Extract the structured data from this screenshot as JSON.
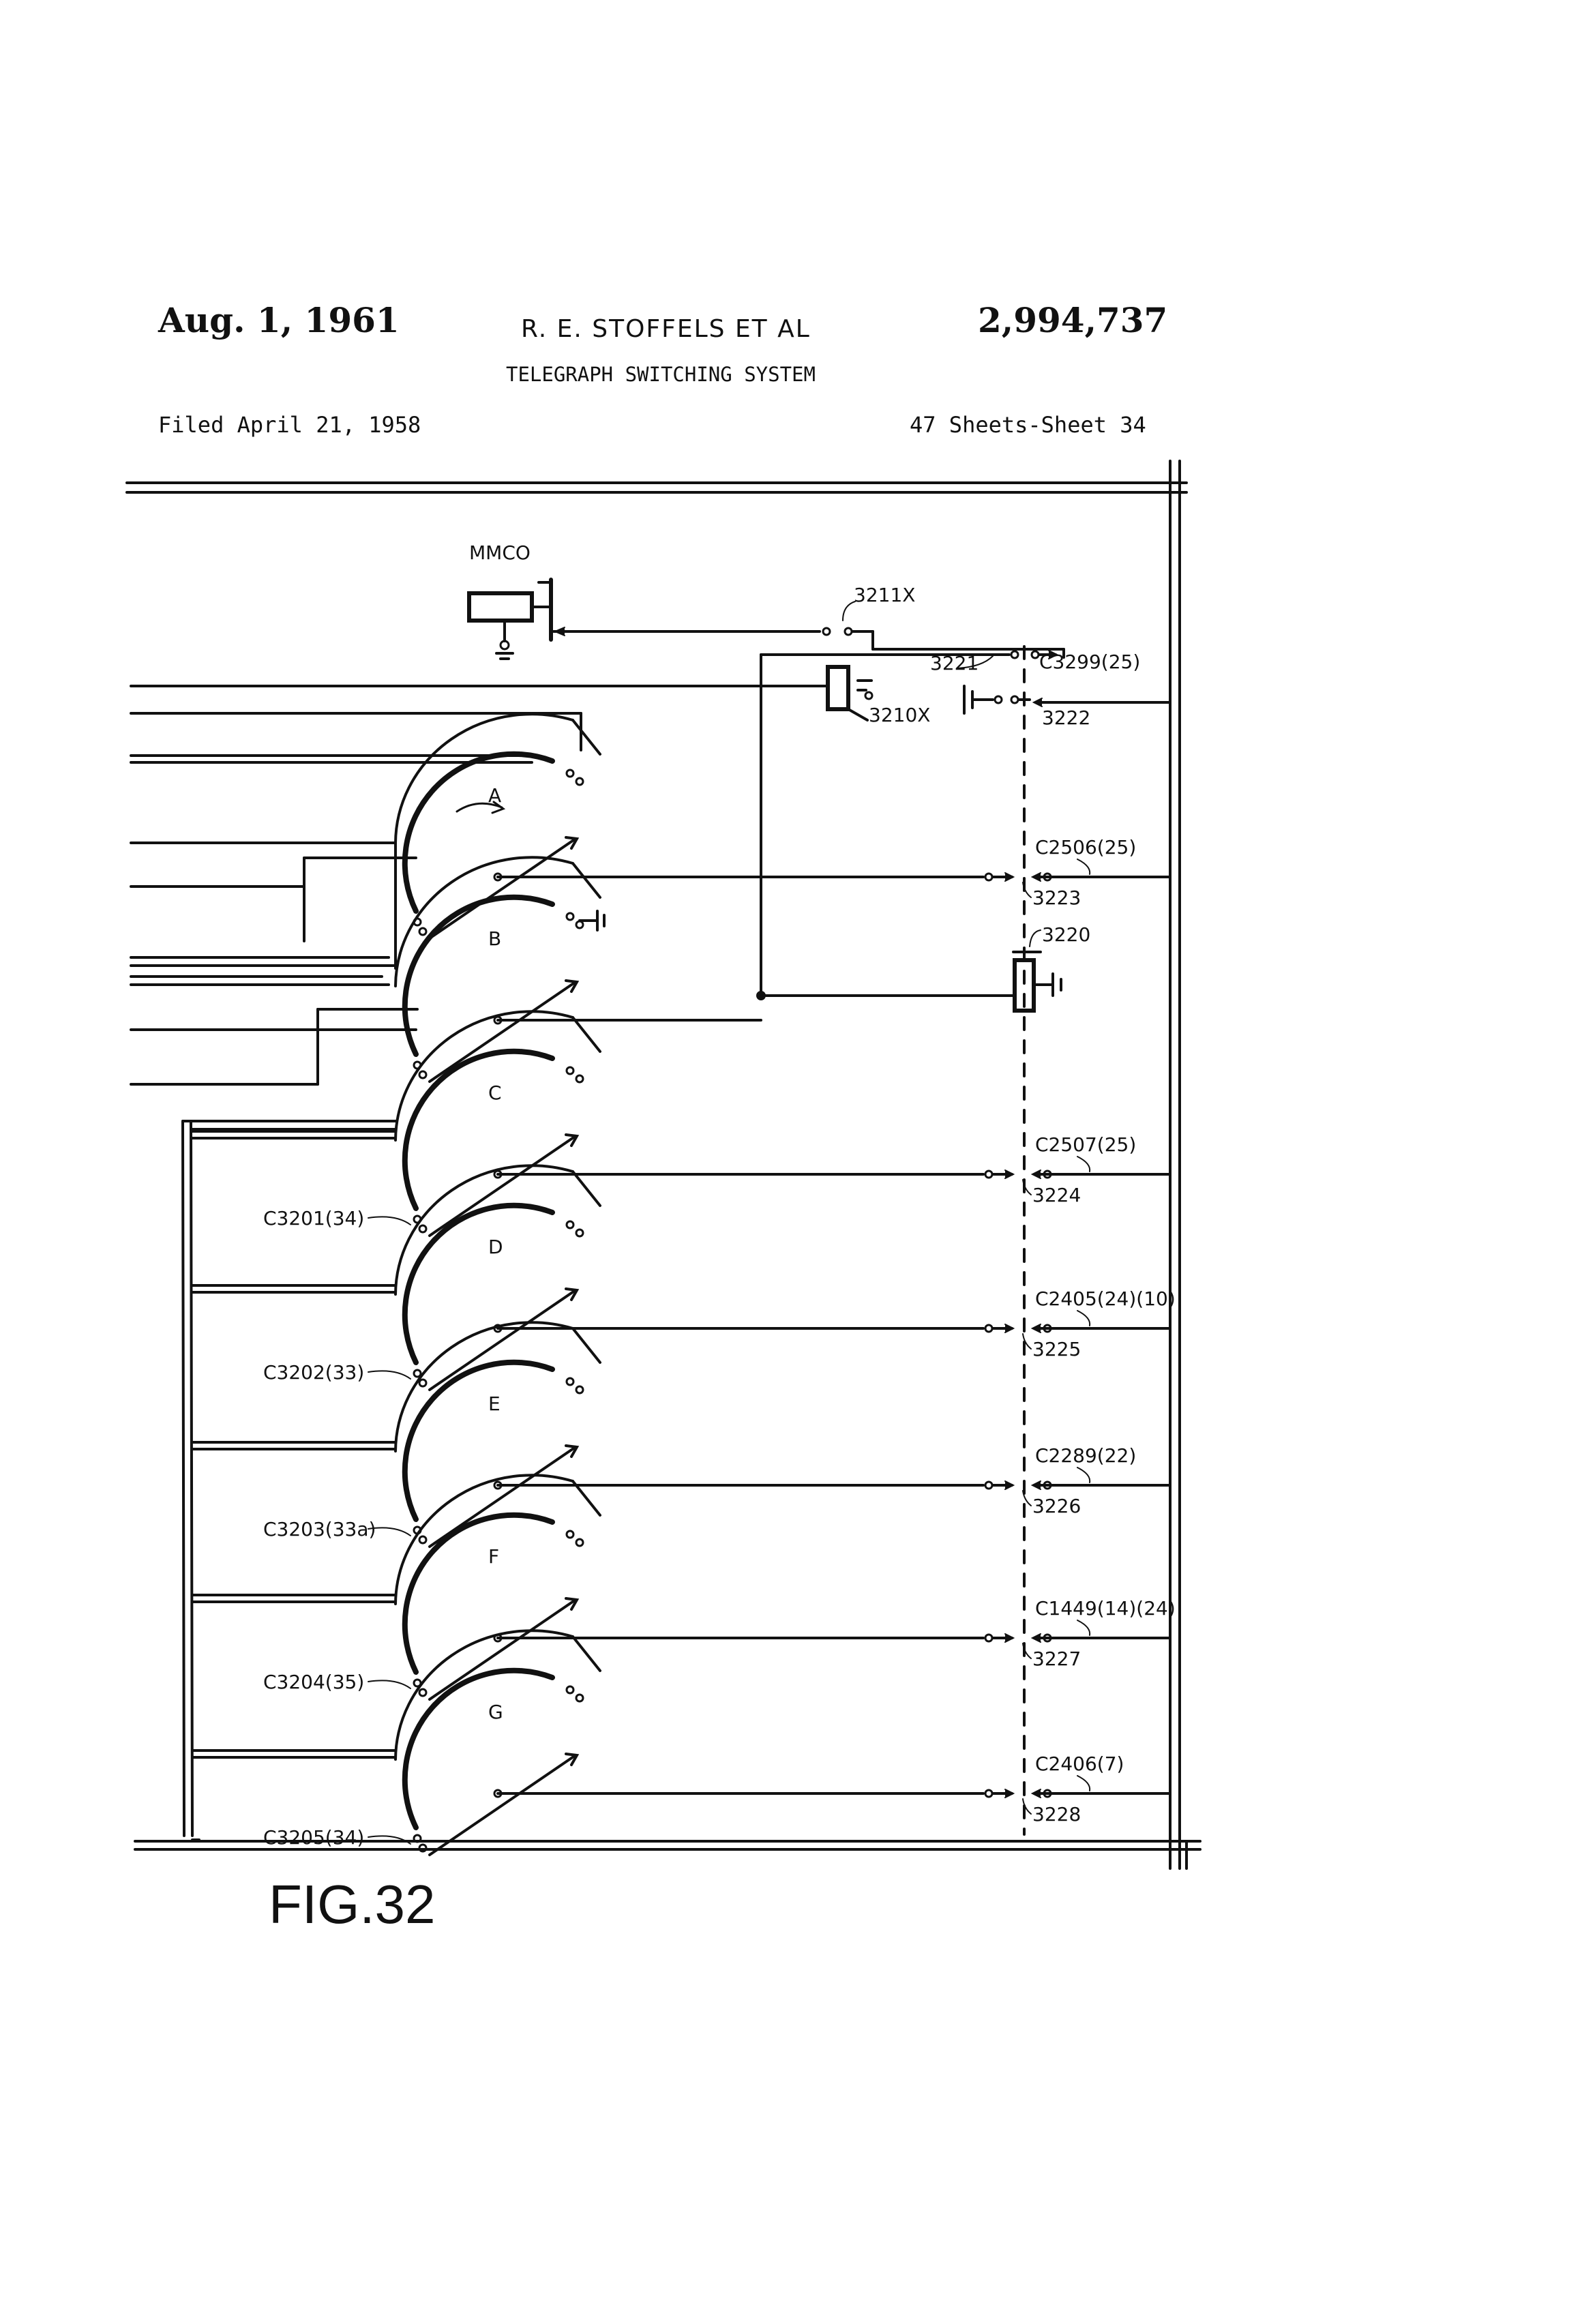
{
  "header": {
    "date": "Aug. 1, 1961",
    "inventor": "R. E. STOFFELS ET AL",
    "patent_number": "2,994,737",
    "title": "TELEGRAPH SWITCHING SYSTEM",
    "filed": "Filed April 21, 1958",
    "sheets": "47 Sheets-Sheet 34"
  },
  "figure": {
    "label": "FIG.32",
    "relay_label": "MMCO",
    "top_labels": {
      "l3211x": "3211X",
      "l3210x": "3210X",
      "l3221": "3221",
      "l3222": "3222",
      "l3220": "3220",
      "lc3299": "C3299(25)"
    },
    "switches": [
      {
        "letter": "A",
        "ref": "",
        "cable": "C2506(25)",
        "contact": "3223"
      },
      {
        "letter": "B",
        "ref": "",
        "cable": "",
        "contact": ""
      },
      {
        "letter": "C",
        "ref": "C3201(34)",
        "cable": "C2507(25)",
        "contact": "3224"
      },
      {
        "letter": "D",
        "ref": "C3202(33)",
        "cable": "C2405(24)(10)",
        "contact": "3225"
      },
      {
        "letter": "E",
        "ref": "C3203(33a)",
        "cable": "C2289(22)",
        "contact": "3226"
      },
      {
        "letter": "F",
        "ref": "C3204(35)",
        "cable": "C1449(14)(24)",
        "contact": "3227"
      },
      {
        "letter": "G",
        "ref": "C3205(34)",
        "cable": "C2406(7)",
        "contact": "3228"
      }
    ]
  }
}
